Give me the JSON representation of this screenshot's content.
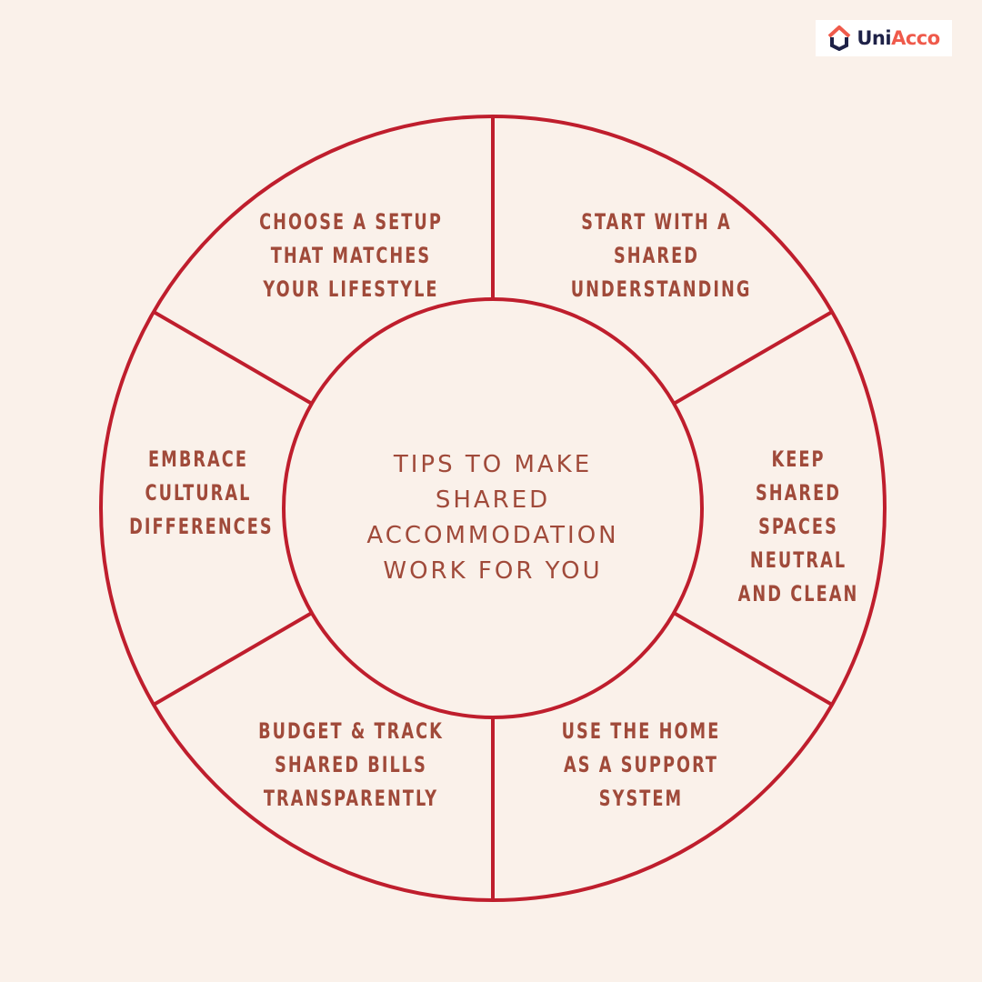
{
  "brand": {
    "logo_icon": "house-icon",
    "name_part1": "Uni",
    "name_part2": "Acco",
    "colors": {
      "uni": "#1e2147",
      "acco": "#ef5a4b"
    }
  },
  "diagram": {
    "center_title": "TIPS TO MAKE SHARED ACCOMMODATION WORK FOR YOU",
    "segments": [
      {
        "position": "top-left",
        "label": "CHOOSE A SETUP THAT MATCHES YOUR LIFESTYLE"
      },
      {
        "position": "top-right",
        "label": "START WITH A SHARED UNDERSTANDING"
      },
      {
        "position": "right",
        "label": "KEEP SHARED SPACES NEUTRAL AND CLEAN"
      },
      {
        "position": "bottom-right",
        "label": "USE THE HOME AS A SUPPORT SYSTEM"
      },
      {
        "position": "bottom-left",
        "label": "BUDGET & TRACK SHARED BILLS TRANSPARENTLY"
      },
      {
        "position": "left",
        "label": "EMBRACE CULTURAL DIFFERENCES"
      }
    ],
    "colors": {
      "ring": "#bf1e2d",
      "text": "#a04a3a",
      "background": "#faf1ea"
    }
  }
}
